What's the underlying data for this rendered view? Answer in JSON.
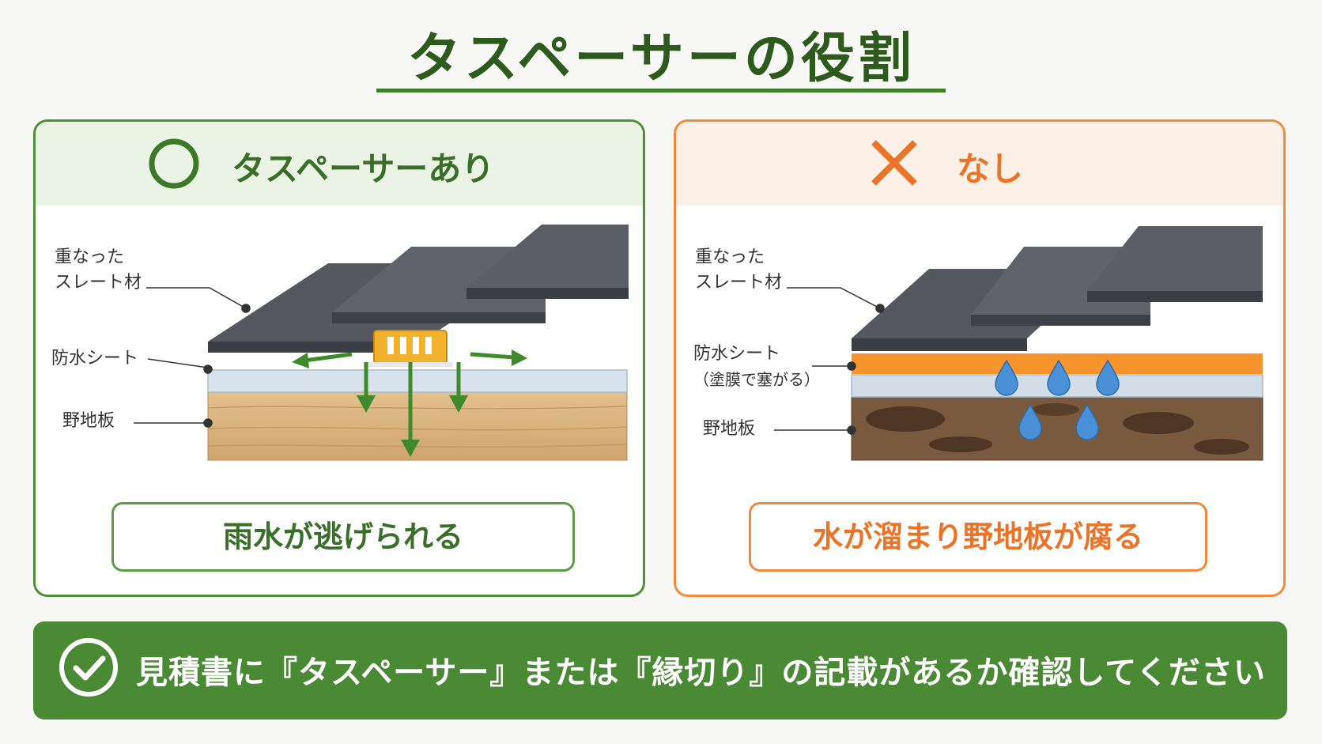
{
  "title": "タスペーサーの役割",
  "left_panel": {
    "header": "タスペーサーあり",
    "symbol": "circle",
    "labels": {
      "slate": [
        "重なった",
        "スレート材"
      ],
      "sheet": "防水シート",
      "board": "野地板"
    },
    "result": "雨水が逃げられる",
    "color": "#4f8f3a"
  },
  "right_panel": {
    "header": "なし",
    "symbol": "cross",
    "labels": {
      "slate": [
        "重なった",
        "スレート材"
      ],
      "sheet": [
        "防水シート",
        "（塗膜で塞がる）"
      ],
      "board": "野地板"
    },
    "result": "水が溜まり野地板が腐る",
    "color": "#f08a3c"
  },
  "bottom_message": "見積書に『タスペーサー』または『縁切り』の記載があるか確認してください",
  "icons": {
    "left_header": "circle-icon",
    "right_header": "cross-icon",
    "bottom": "check-circle-icon"
  }
}
